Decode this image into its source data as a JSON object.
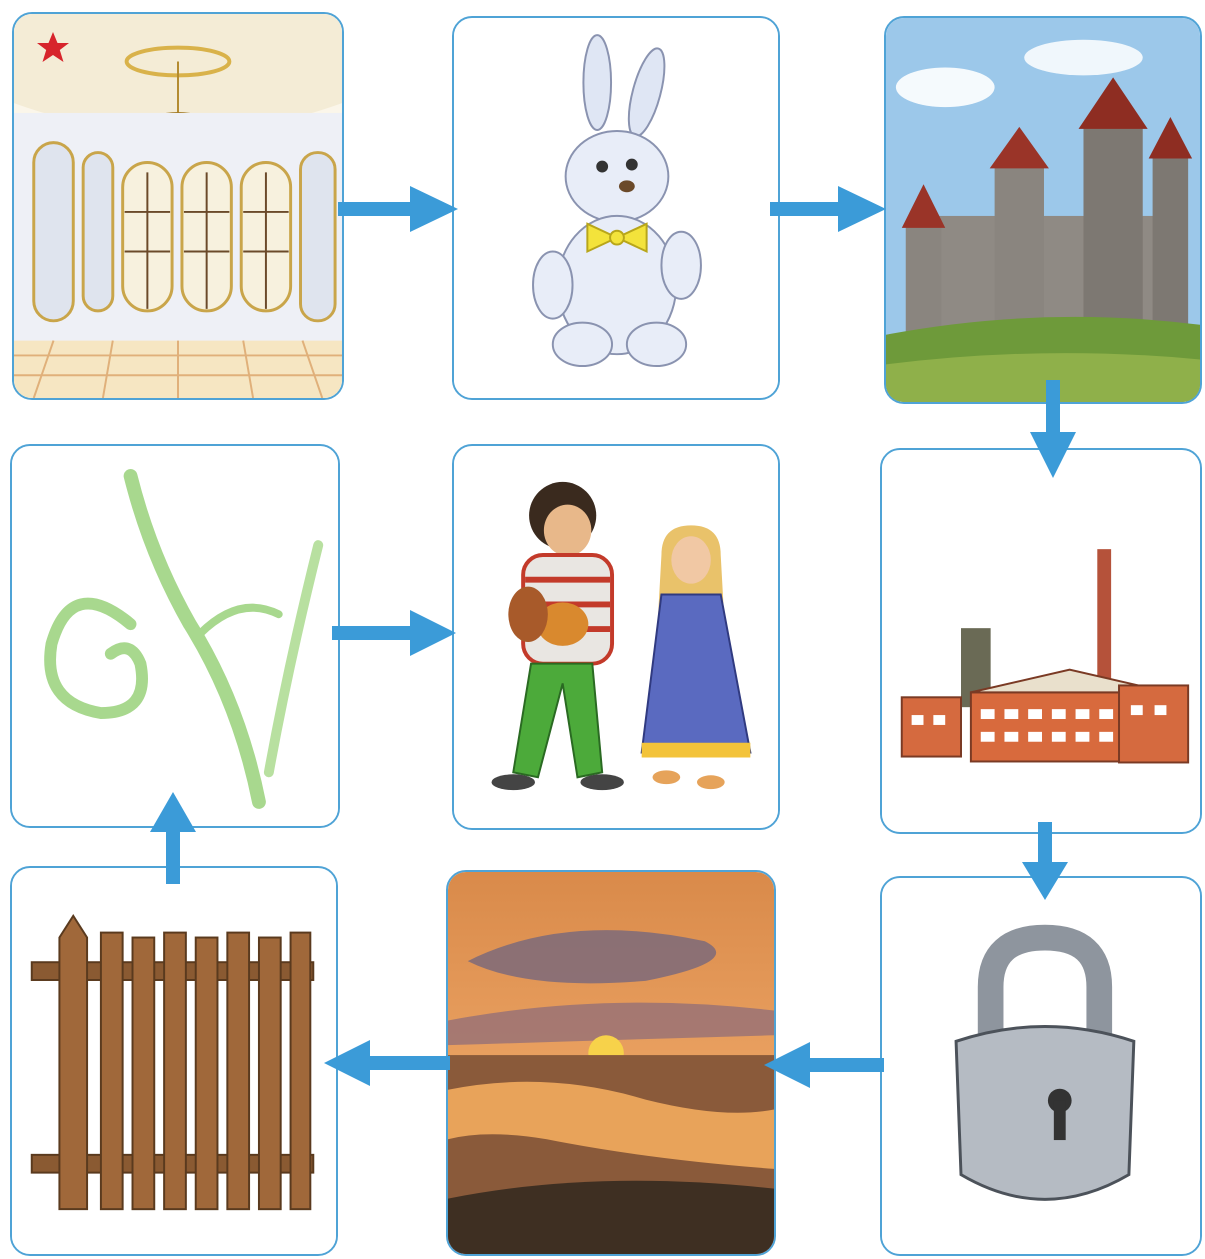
{
  "diagram": {
    "type": "picture-chain",
    "start_marker": "star-icon",
    "accent_color": "#3b9bd8",
    "cards": [
      {
        "id": "palace-hall",
        "picture": "palace-hall-image"
      },
      {
        "id": "toy-bunny",
        "picture": "toy-bunny-image"
      },
      {
        "id": "castle",
        "picture": "castle-image"
      },
      {
        "id": "factory",
        "picture": "factory-image"
      },
      {
        "id": "padlock",
        "picture": "padlock-image"
      },
      {
        "id": "sunset",
        "picture": "sunset-landscape-image"
      },
      {
        "id": "fence",
        "picture": "wooden-fence-image"
      },
      {
        "id": "sprout",
        "picture": "green-sprout-image"
      },
      {
        "id": "children",
        "picture": "boy-and-girl-image"
      }
    ],
    "connections": [
      [
        "palace-hall",
        "toy-bunny"
      ],
      [
        "toy-bunny",
        "castle"
      ],
      [
        "castle",
        "factory"
      ],
      [
        "factory",
        "padlock"
      ],
      [
        "padlock",
        "sunset"
      ],
      [
        "sunset",
        "fence"
      ],
      [
        "fence",
        "sprout"
      ],
      [
        "sprout",
        "children"
      ]
    ]
  }
}
